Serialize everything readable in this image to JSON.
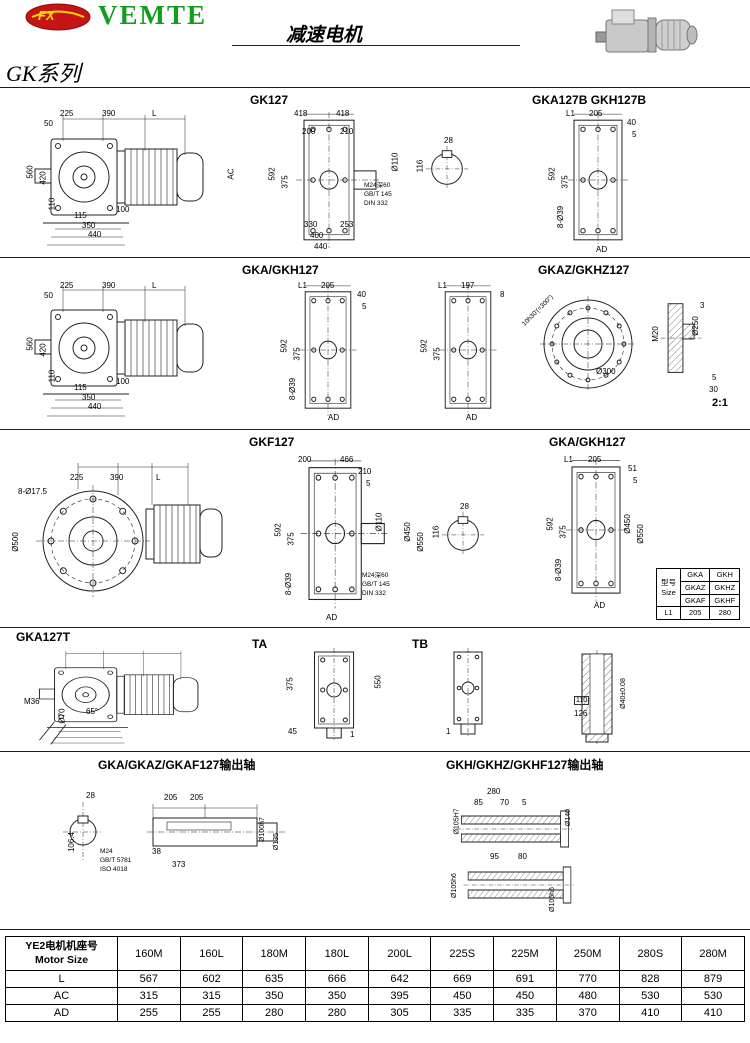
{
  "header": {
    "logo_text": "FX",
    "brand": "VEMTE",
    "doc_title": "减速电机",
    "series": "GK系列"
  },
  "s1": {
    "title": "GK127",
    "title_right": "GKA127B GKH127B",
    "left": [
      "50",
      "225",
      "390",
      "L",
      "560",
      "420",
      "110",
      "115",
      "350",
      "440",
      "100",
      "AC"
    ],
    "mid": [
      "418",
      "418",
      "200",
      "210",
      "Ø110",
      "592",
      "375",
      "330",
      "253",
      "400",
      "440",
      "M24深60\nGB/T 145\nDIN 332"
    ],
    "shaft": [
      "28",
      "116"
    ],
    "right": [
      "L1",
      "205",
      "40",
      "5",
      "592",
      "375",
      "8-Ø39",
      "AD"
    ]
  },
  "s2": {
    "title": "GKA/GKH127",
    "title_right": "GKAZ/GKHZ127",
    "left": [
      "50",
      "225",
      "390",
      "L",
      "560",
      "420",
      "110",
      "115",
      "350",
      "440",
      "100"
    ],
    "mid1": [
      "L1",
      "205",
      "40",
      "5",
      "592",
      "375",
      "8-Ø39",
      "AD"
    ],
    "mid2": [
      "L1",
      "197",
      "8",
      "592",
      "375",
      "AD"
    ],
    "right": [
      "10h30'(=300°)",
      "Ø300",
      "M20",
      "Ø250",
      "3",
      "5",
      "30",
      "2:1"
    ]
  },
  "s3": {
    "title": "GKF127",
    "title_right": "GKA/GKH127",
    "left": [
      "8-Ø17.5",
      "225",
      "390",
      "L",
      "Ø500"
    ],
    "mid": [
      "200",
      "466",
      "210",
      "5",
      "Ø110",
      "Ø450",
      "Ø550",
      "592",
      "375",
      "8-Ø39",
      "M24深60\nGB/T 145\nDIN 332",
      "AD"
    ],
    "shaft": [
      "28",
      "116"
    ],
    "right": [
      "L1",
      "205",
      "51",
      "5",
      "592",
      "375",
      "8-Ø39",
      "Ø450",
      "Ø550",
      "AD"
    ],
    "table": {
      "header": "型号\nSize",
      "col1": [
        "GKA",
        "GKAZ",
        "GKAF"
      ],
      "col2": [
        "GKH",
        "GKHZ",
        "GKHF"
      ],
      "l1_label": "L1",
      "l1_a": "205",
      "l1_b": "280"
    }
  },
  "s4": {
    "title": "GKA127T",
    "title_ta": "TA",
    "title_tb": "TB",
    "left": [
      "M36",
      "Ø70",
      "65°"
    ],
    "ta": [
      "375",
      "550",
      "45",
      "1"
    ],
    "tb": [
      "1"
    ],
    "right": [
      "110",
      "126",
      "Ø40±0.08"
    ]
  },
  "s5": {
    "title_left": "GKA/GKAZ/GKAF127输出轴",
    "title_right": "GKH/GKHZ/GKHF127输出轴",
    "left": [
      "28",
      "106.4",
      "205",
      "205",
      "M24\nGB/T 5781\nISO 4018",
      "38",
      "373",
      "Ø100h7",
      "Ø135"
    ],
    "right": [
      "280",
      "85",
      "70",
      "5",
      "Ø105H7",
      "Ø140",
      "95",
      "80",
      "Ø105h6",
      "Ø105h6"
    ]
  },
  "table": {
    "header_cell": "YE2电机机座号\nMotor Size",
    "cols": [
      "160M",
      "160L",
      "180M",
      "180L",
      "200L",
      "225S",
      "225M",
      "250M",
      "280S",
      "280M"
    ],
    "rows": [
      {
        "label": "L",
        "values": [
          "567",
          "602",
          "635",
          "666",
          "642",
          "669",
          "691",
          "770",
          "828",
          "879"
        ]
      },
      {
        "label": "AC",
        "values": [
          "315",
          "315",
          "350",
          "350",
          "395",
          "450",
          "450",
          "480",
          "530",
          "530"
        ]
      },
      {
        "label": "AD",
        "values": [
          "255",
          "255",
          "280",
          "280",
          "305",
          "335",
          "335",
          "370",
          "410",
          "410"
        ]
      }
    ]
  }
}
